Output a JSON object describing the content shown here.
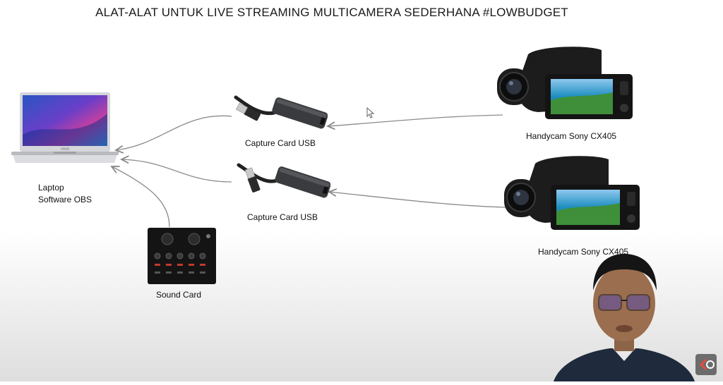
{
  "diagram": {
    "title": "ALAT-ALAT UNTUK LIVE STREAMING MULTICAMERA SEDERHANA #LOWBUDGET",
    "laptop": {
      "line1": "Laptop",
      "line2": "Software OBS",
      "brand": "ASUS"
    },
    "capture_card_1": {
      "label": "Capture Card USB"
    },
    "capture_card_2": {
      "label": "Capture Card USB"
    },
    "camera_1": {
      "label": "Handycam Sony CX405"
    },
    "camera_2": {
      "label": "Handycam Sony CX405"
    },
    "sound_card": {
      "label": "Sound Card"
    }
  },
  "colors": {
    "arrow": "#8a8a8a",
    "device_dark": "#1c1c1c",
    "screen_blue": "#3a64c8",
    "lake_blue": "#1e8ec0"
  },
  "icons": [
    "laptop-icon",
    "usb-capture-card-icon",
    "camcorder-icon",
    "sound-card-icon",
    "presenter-video",
    "cursor-icon",
    "channel-logo-icon"
  ]
}
